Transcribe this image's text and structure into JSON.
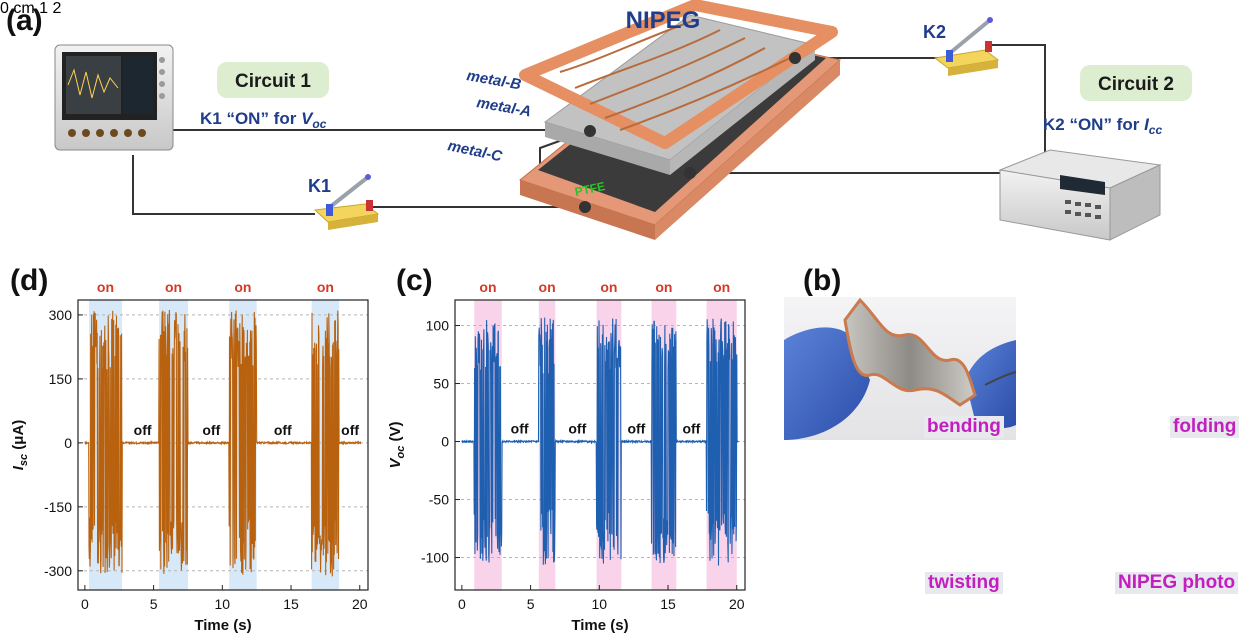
{
  "panel_labels": {
    "a": "(a)",
    "b": "(b)",
    "c": "(c)",
    "d": "(d)"
  },
  "schematic": {
    "title": "NIPEG",
    "circuit1": "Circuit 1",
    "circuit2": "Circuit 2",
    "k1_note_prefix": "K1 “ON” for ",
    "k1_note_var": "V",
    "k1_note_sub": "oc",
    "k2_note_prefix": "K2 “ON” for ",
    "k2_note_var": "I",
    "k2_note_sub": "cc",
    "switch1": "K1",
    "switch2": "K2",
    "metal_a": "metal-A",
    "metal_b": "metal-B",
    "metal_c": "metal-C",
    "ptfe": "PTFE"
  },
  "photos": {
    "bending": "bending",
    "folding": "folding",
    "twisting": "twisting",
    "nipeg_photo": "NIPEG photo",
    "ruler_unit": "cm",
    "ruler_ticks": [
      "0",
      "1",
      "2"
    ]
  },
  "colors": {
    "current": "#b8620f",
    "voltage": "#1f5fb0",
    "on_band_d": "#d7e8f8",
    "on_band_c": "#f9d3ea",
    "on_text": "#d23b2a",
    "label_blue": "#1f3d8a",
    "circuit_box": "#dcedd0"
  },
  "chart_data": [
    {
      "type": "line",
      "panel": "(d)",
      "xlabel": "Time (s)",
      "ylabel_var": "I",
      "ylabel_sub": "sc",
      "ylabel_unit": " (μA)",
      "xlim": [
        -0.5,
        20.6
      ],
      "ylim": [
        -345,
        335
      ],
      "xticks": [
        0,
        5,
        10,
        15,
        20
      ],
      "yticks": [
        -300,
        -150,
        0,
        150,
        300
      ],
      "grid": "horizontal dashed",
      "on_label": "on",
      "off_label": "off",
      "on_windows": [
        [
          0.3,
          2.7
        ],
        [
          5.4,
          7.5
        ],
        [
          10.5,
          12.5
        ],
        [
          16.5,
          18.5
        ]
      ],
      "amplitude": [
        310,
        320
      ],
      "off_label_x": [
        4.2,
        9.2,
        14.4,
        19.3
      ]
    },
    {
      "type": "line",
      "panel": "(c)",
      "xlabel": "Time (s)",
      "ylabel_var": "V",
      "ylabel_sub": "oc",
      "ylabel_unit": " (V)",
      "xlim": [
        -0.5,
        20.6
      ],
      "ylim": [
        -128,
        122
      ],
      "xticks": [
        0,
        5,
        10,
        15,
        20
      ],
      "yticks": [
        -100,
        -50,
        0,
        50,
        100
      ],
      "grid": "horizontal dashed",
      "on_label": "on",
      "off_label": "off",
      "on_windows": [
        [
          0.9,
          2.9
        ],
        [
          5.6,
          6.8
        ],
        [
          9.8,
          11.6
        ],
        [
          13.8,
          15.6
        ],
        [
          17.8,
          20.0
        ]
      ],
      "amplitude": [
        105,
        115
      ],
      "off_label_x": [
        4.2,
        8.4,
        12.7,
        16.7
      ]
    }
  ]
}
